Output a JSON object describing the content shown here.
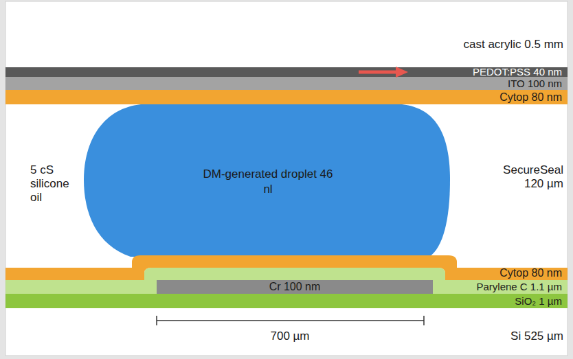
{
  "diagram": {
    "nodes": [
      {
        "text": [
          "PEDOT:PSS 40 nm"
        ]
      },
      {
        "text": [
          "ITO 100 nm"
        ]
      },
      {
        "text": [
          "Cytop 80 nm"
        ]
      },
      {
        "text": [
          "DM-generated droplet 46 nl"
        ]
      },
      {
        "text": [
          "Cytop 80 nm"
        ]
      },
      {
        "text": [
          "Parylene C 1.1 µm"
        ]
      },
      {
        "text": [
          "Cr 100 nm"
        ]
      },
      {
        "text": [
          "SiO₂ 1 µm"
        ]
      }
    ],
    "labels": [
      "cast acrylic 0.5 mm",
      "5 cS silicone oil",
      "SecureSeal 120 µm",
      "700 µm",
      "Si 525 µm"
    ]
  }
}
